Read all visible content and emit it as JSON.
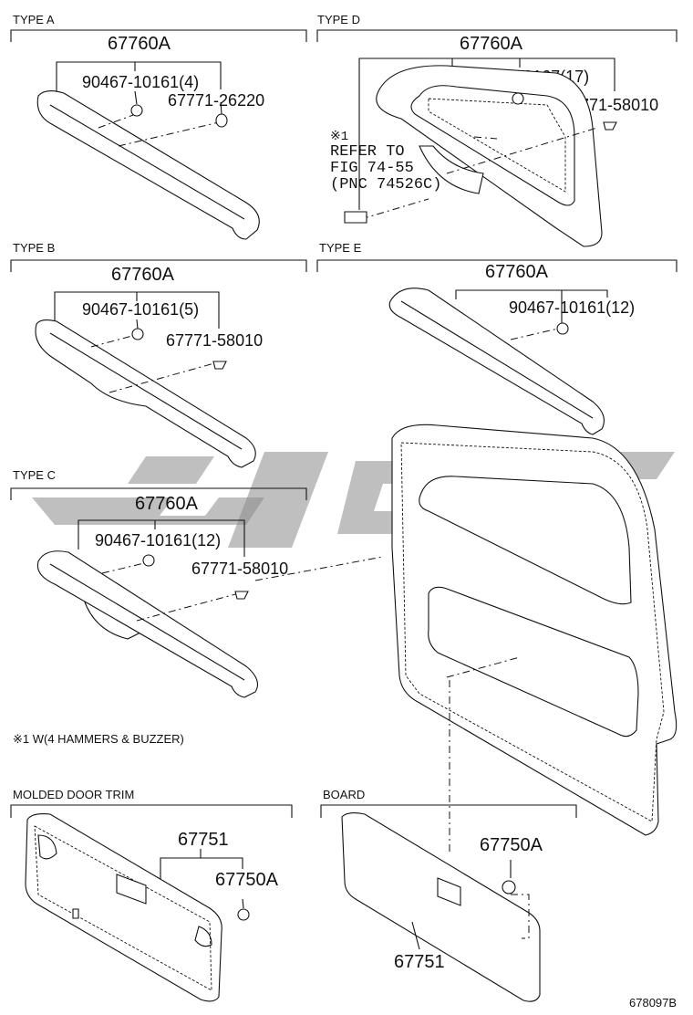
{
  "sections": {
    "type_a": "TYPE A",
    "type_b": "TYPE B",
    "type_c": "TYPE C",
    "type_d": "TYPE D",
    "type_e": "TYPE E",
    "molded": "MOLDED DOOR TRIM",
    "board": "BOARD"
  },
  "parts": {
    "a_main": "67760A",
    "a_clip": "90467-10161(4)",
    "a_fast": "67771-26220",
    "b_main": "67760A",
    "b_clip": "90467-10161(5)",
    "b_fast": "67771-58010",
    "c_main": "67760A",
    "c_clip": "90467-10161(12)",
    "c_fast": "67771-58010",
    "d_main": "67760A",
    "d_clip": "90467-10167(17)",
    "d_fast": "67771-58010",
    "e_main": "67760A",
    "e_clip": "90467-10161(12)",
    "m_main": "67751",
    "m_clip": "67750A",
    "bd_main": "67751",
    "bd_clip": "67750A"
  },
  "notes": {
    "ref_mark": "※1",
    "ref_line1": "REFER TO",
    "ref_line2": "FIG 74-55",
    "ref_line3": "(PNC 74526C)",
    "footnote": "※1 W(4 HAMMERS & BUZZER)"
  },
  "figure_id": "678097B",
  "colors": {
    "line": "#111111",
    "watermark": "#8a8a8a",
    "background": "#ffffff"
  }
}
